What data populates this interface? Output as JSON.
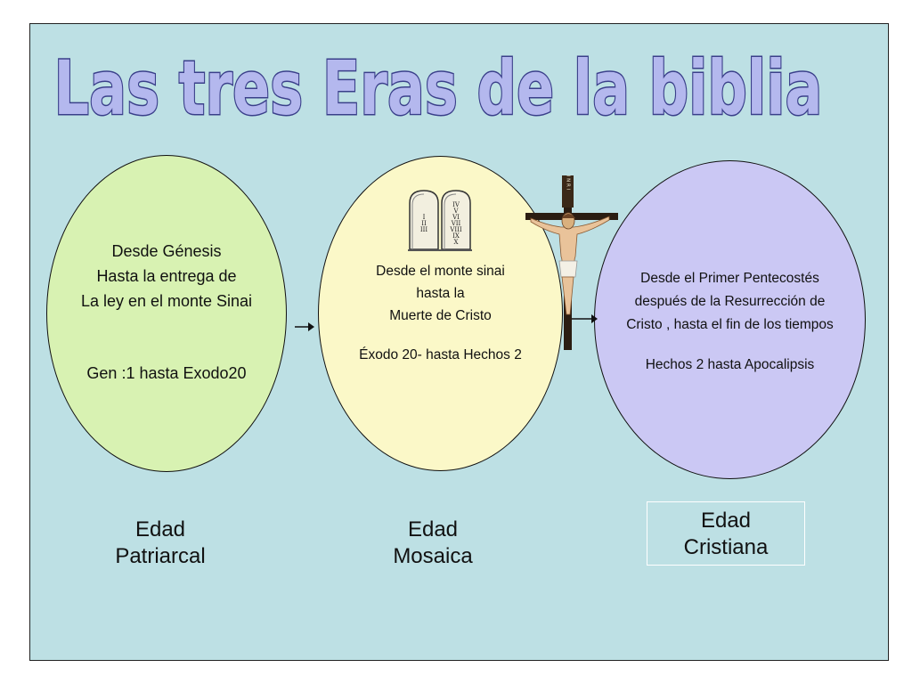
{
  "title": "Las tres Eras de la biblia",
  "colors": {
    "background": "#bde0e4",
    "title_fill": "#b4b8ee",
    "title_stroke": "#3a3f8a",
    "oval_1": "#d8f2b2",
    "oval_2": "#fbf8c8",
    "oval_3": "#cbc8f4"
  },
  "eras": [
    {
      "description": "Desde Génesis\nHasta la entrega de\nLa ley en el monte Sinai",
      "reference": "Gen :1 hasta Exodo20",
      "label": "Edad\nPatriarcal"
    },
    {
      "description": "Desde el monte sinai\nhasta  la\nMuerte de Cristo",
      "reference": "Éxodo 20- hasta Hechos 2",
      "label": "Edad\nMosaica"
    },
    {
      "description": "Desde el Primer Pentecostés\ndespués de la Resurrección de\nCristo , hasta el fin de los tiempos",
      "reference": "Hechos 2 hasta  Apocalipsis",
      "label": "Edad\nCristiana"
    }
  ],
  "tablets": {
    "left": [
      "I",
      "II",
      "III"
    ],
    "right": [
      "IV",
      "V",
      "VI",
      "VII",
      "VIII",
      "IX",
      "X"
    ]
  },
  "crucifix_inscription": "I N R I",
  "icons": [
    "tablets-icon",
    "crucifix-icon",
    "arrow-right-icon"
  ]
}
